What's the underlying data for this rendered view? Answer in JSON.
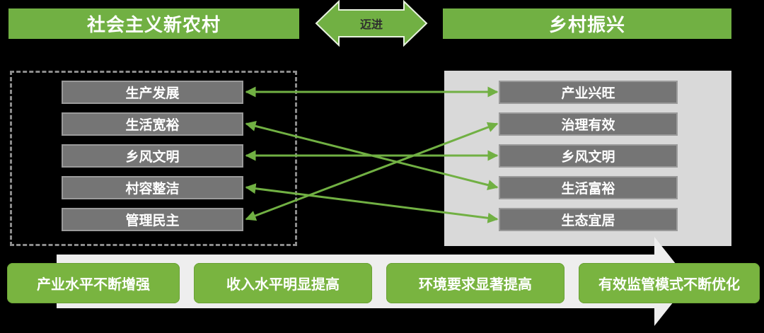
{
  "header_left": "社会主义新农村",
  "header_right": "乡村振兴",
  "transition_label": "迈进",
  "left_items": [
    "生产发展",
    "生活宽裕",
    "乡风文明",
    "村容整洁",
    "管理民主"
  ],
  "right_items": [
    "产业兴旺",
    "治理有效",
    "乡风文明",
    "生活富裕",
    "生态宜居"
  ],
  "bottom_items": [
    "产业水平不断增强",
    "收入水平明显提高",
    "环境要求显著提高",
    "有效监管模式不断优化"
  ],
  "colors": {
    "green": "#71b043",
    "light_green": "#79b440",
    "gray_box": "#757575",
    "panel": "#d9d9d9"
  }
}
